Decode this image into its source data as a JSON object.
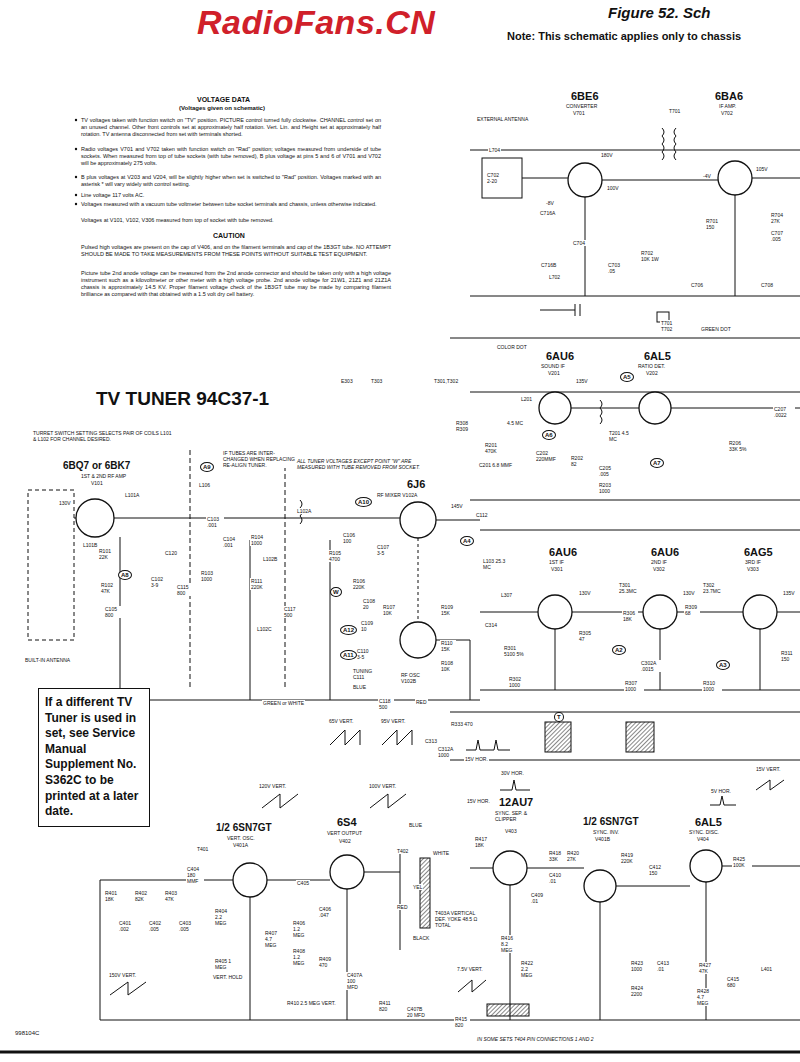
{
  "diagram": {
    "title": "Figure 52. Sch",
    "nodes": [
      {
        "text": [
          "If a different TV Tuner is used in set, see Service Manual Supplement No. S362C to be printed at a later date."
        ]
      }
    ],
    "labels": [
      "RadioFans.CN",
      "VOLTAGE DATA",
      "(Voltages given on schematic)",
      "TV voltages taken with function switch on \"TV\" position. PICTURE control turned fully clockwise. CHANNEL control set on an unused channel. Other front controls set at approximately half rotation. Vert. Lin. and Height set at approximately half rotation. TV antenna disconnected from set with terminals shorted.",
      "Radio voltages V701 and V702 taken with function switch on \"Rad\" position; voltages measured from underside of tube sockets. When measured from top of tube sockets (with tube removed), B plus voltage at pins 5 and 6 of V701 and V702 will be approximately 275 volts.",
      "B plus voltages at V203 and V204, will be slightly higher when set is switched to \"Rad\" position. Voltages marked with an asterisk * will vary widely with control setting.",
      "Line voltage 117 volts AC.",
      "Voltages measured with a vacuum tube voltmeter between tube socket terminals and chassis, unless otherwise indicated.",
      "Voltages at V101, V102, V306 measured from top of socket with tube removed.",
      "CAUTION",
      "Pulsed high voltages are present on the cap of V406, and on the filament terminals and cap of the 1B3GT tube. NO ATTEMPT SHOULD BE MADE TO TAKE MEASUREMENTS FROM THESE POINTS WITHOUT SUITABLE TEST EQUIPMENT.",
      "Picture tube 2nd anode voltage can be measured from the 2nd anode connector and should be taken only with a high voltage instrument such as a kilovoltmeter or other meter with a high voltage probe. 2nd anode voltage for 21W1, 21Z1 and 21Z1A chassis is approximately 14.5 KV. Proper filament voltage check of the 1B3GT tube may be made by comparing filament brilliance as compared with that obtained with a 1.5 volt dry cell battery.",
      "Note: This schematic applies only to chassis",
      "EXTERNAL ANTENNA",
      "6BE6",
      "CONVERTER",
      "V701",
      "6BA6",
      "IF AMP.",
      "V702",
      "T701",
      "L704",
      "C702 2-20",
      "C716A",
      "C716B",
      "L702",
      "C704",
      "C703 .05",
      "R702 10K 1W",
      "C706",
      "C708",
      "R701 150",
      "R704 27K",
      "C707 .005",
      "180V",
      "100V",
      "-8V",
      "-4V",
      "105V",
      "COLOR DOT",
      "T701 T702",
      "GREEN DOT",
      "6AU6",
      "SOUND IF",
      "V201",
      "6AL5",
      "RATIO DET.",
      "V202",
      "L201",
      "4.5 MC",
      "T201 4.5 MC",
      "R201 470K",
      "C201 6.8 MMF",
      "C202 220MMF",
      "R202 82",
      "C205 .005",
      "R203 1000",
      "R206 33K 5%",
      "C207 .0022",
      "135V",
      "A5",
      "A6",
      "A7",
      "E303",
      "T303",
      "T301,T302",
      "R308 R309",
      "TV TUNER 94C37-1",
      "TURRET SWITCH SETTING SELECTS PAIR OF COILS L101 & L102 FOR CHANNEL DESIRED.",
      "6BQ7 or 6BK7",
      "1ST & 2ND RF AMP",
      "V101",
      "IF TUBES ARE INTER- CHANGED WHEN REPLACING RE-ALIGN TUNER.",
      "ALL TUNER VOLTAGES EXCEPT POINT \"W\" ARE MEASURED WITH TUBE REMOVED FROM SOCKET.",
      "6J6",
      "RF MIXER V102A",
      "RF OSC V102B",
      "L101A",
      "L101B",
      "L106",
      "L102A",
      "L102B",
      "L102C",
      "R101 22K",
      "C120",
      "C102 3-9",
      "R102 47K",
      "C105 800",
      "C103 .001",
      "R104 1000",
      "C104 .001",
      "R103 1000",
      "C115 800",
      "R111 220K",
      "C106 100",
      "R105 4700",
      "C107 3-5",
      "R106 220K",
      "C108 20",
      "C109 10",
      "R107 10K",
      "C110 3-5",
      "TUNING C111",
      "R110 15K",
      "R108 10K",
      "R109 15K",
      "C117 500",
      "C118 500",
      "C112",
      "L103 25.3 MC",
      "145V",
      "130V",
      "BUILT-IN ANTENNA",
      "GREEN or WHITE",
      "BLUE",
      "RED",
      "R333 470",
      "C313",
      "C312A 1000",
      "A9",
      "A10",
      "W",
      "A12",
      "A11",
      "A4",
      "A8",
      "6AU6",
      "1ST IF",
      "V301",
      "6AU6",
      "2ND IF",
      "V302",
      "6AG5",
      "3RD IF",
      "V303",
      "T301 25.3MC",
      "T302 23.7MC",
      "L307",
      "C314",
      "R301 5100 5%",
      "R305 47",
      "R306 18K",
      "R309 68",
      "R302 1000",
      "R307 1000",
      "R310 1000",
      "R311 150",
      "C302A .0015",
      "A2",
      "A3",
      "T",
      "130V",
      "130V",
      "135V",
      "1/2 6SN7GT",
      "VERT. OSC.",
      "V401A",
      "6S4",
      "VERT OUTPUT",
      "V402",
      "T401",
      "T402",
      "T403A VERTICAL DEF. YOKE 48.5 Ω TOTAL",
      "12AU7",
      "SYNC. SEP. & CLIPPER",
      "V403",
      "1/2 6SN7GT",
      "SYNC. INV.",
      "V401B",
      "6AL5",
      "SYNC. DISC.",
      "V404",
      "R401 18K",
      "R402 82K",
      "R403 47K",
      "C401 .002",
      "C402 .005",
      "C403 .005",
      "C404 180 MMF",
      "R404 2.2 MEG",
      "R405 1 MEG",
      "VERT. HOLD",
      "R406 1.2 MEG",
      "R407 4.7 MEG",
      "R408 1.2 MEG",
      "C405",
      "C406 .047",
      "C407A 100 MFD",
      "R409 470",
      "R410 2.5 MEG VERT.",
      "R411 820",
      "C407B 20 MFD",
      "R415 820",
      "BLUE",
      "RED",
      "WHITE",
      "YEL",
      "BLACK",
      "R417 18K",
      "R418 33K",
      "R420 27K",
      "R419 220K",
      "C409 .01",
      "C410 .01",
      "C412 150",
      "R416 8.2 MEG",
      "R422 2.2 MEG",
      "R423 1000",
      "R424 2200",
      "C413 .01",
      "R425 100K",
      "R427 47K",
      "R428 4.7 MEG",
      "C415 680",
      "L401",
      "65V VERT.",
      "95V VERT.",
      "120V VERT.",
      "100V VERT.",
      "15V HOR.",
      "30V HOR.",
      "15V HOR.",
      "15V VERT.",
      "5V HOR.",
      "7.5V VERT.",
      "150V VERT.",
      "IN SOME SETS T404 PIN CONNECTIONS 1 AND 2",
      "998104C"
    ]
  }
}
